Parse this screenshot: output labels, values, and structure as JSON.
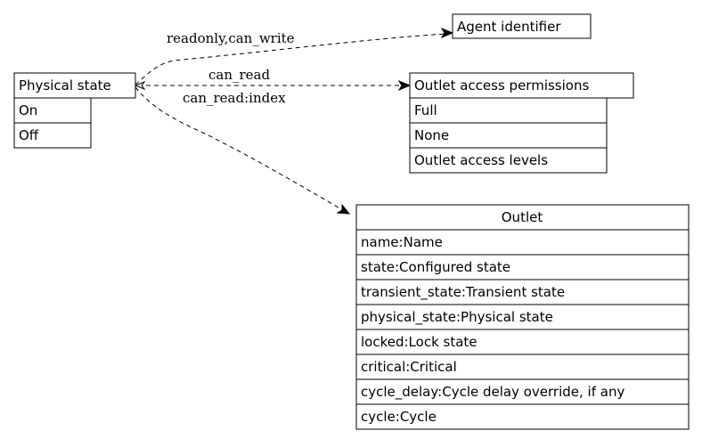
{
  "diagram": {
    "nodes": {
      "physical_state": {
        "title": "Physical state",
        "rows": [
          "On",
          "Off"
        ]
      },
      "agent_identifier": {
        "title": "Agent identifier",
        "rows": []
      },
      "outlet_access_permissions": {
        "title": "Outlet access permissions",
        "rows": [
          "Full",
          "None",
          "Outlet access levels"
        ]
      },
      "outlet": {
        "title": "Outlet",
        "rows": [
          "name:Name",
          "state:Configured state",
          "transient_state:Transient state",
          "physical_state:Physical state",
          "locked:Lock state",
          "critical:Critical",
          "cycle_delay:Cycle delay override, if any",
          "cycle:Cycle"
        ]
      }
    },
    "edges": [
      {
        "label": "readonly,can_write",
        "from": "physical_state",
        "to": "agent_identifier"
      },
      {
        "label": "can_read",
        "from": "physical_state",
        "to": "outlet_access_permissions"
      },
      {
        "label": "can_read:index",
        "from": "physical_state",
        "to": "outlet"
      }
    ]
  }
}
